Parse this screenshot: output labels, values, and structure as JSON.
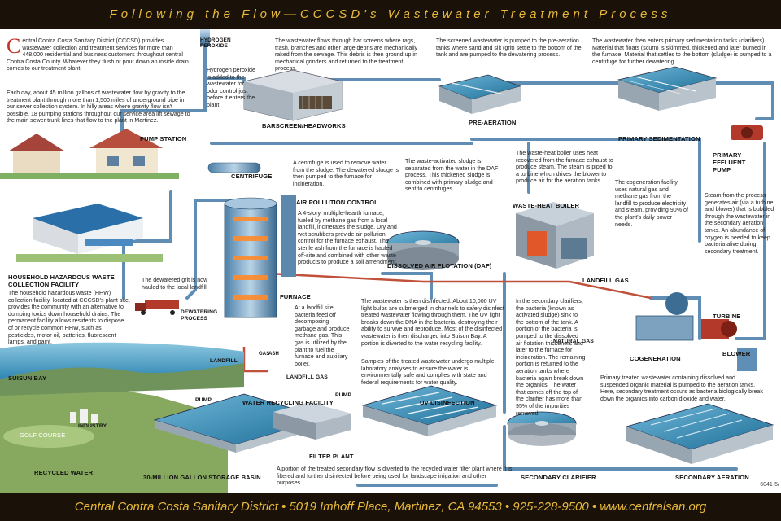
{
  "header": {
    "title": "Following the Flow—CCCSD's Wastewater Treatment Process"
  },
  "footer": {
    "text": "Central Contra Costa Sanitary District   •   5019 Imhoff Place, Martinez, CA 94553   •   925-228-9500   •   www.centralsan.org",
    "code": "6041-5/"
  },
  "intro": {
    "dropcap": "C",
    "p1": "entral Contra Costa Sanitary District (CCCSD) provides wastewater collection and treatment services for more than 448,000 residential and business customers throughout central Contra Costa County. Whatever they flush or pour down an inside drain comes to our treatment plant.",
    "p2": "Each day, about 45 million gallons of wastewater flow by gravity to the treatment plant through more than 1,500 miles of underground pipe in our sewer collection system. In hilly areas where gravity flow isn't possible, 18 pumping stations throughout our service area lift sewage to the main sewer trunk lines that flow to the plant in Martinez."
  },
  "labels": {
    "hydrogen_peroxide": "HYDROGEN PEROXIDE",
    "barscreen": "BARSCREEN/HEADWORKS",
    "pre_aeration": "PRE-AERATION",
    "primary_sedimentation": "PRIMARY SEDIMENTATION",
    "primary_effluent_pump": "PRIMARY EFFLUENT PUMP",
    "pump_station": "PUMP STATION",
    "centrifuge": "CENTRIFUGE",
    "air_pollution_control": "AIR POLLUTION CONTROL",
    "waste_heat_boiler": "WASTE-HEAT BOILER",
    "daf": "DISSOLVED AIR FLOTATION (DAF)",
    "landfill_gas_top": "LANDFILL GAS",
    "hhw_facility": "HOUSEHOLD HAZARDOUS WASTE COLLECTION FACILITY",
    "dewatering": "DEWATERING PROCESS",
    "furnace": "FURNACE",
    "turbine": "TURBINE",
    "blower": "BLOWER",
    "natural_gas": "NATURAL GAS",
    "cogeneration": "COGENERATION",
    "landfill": "LANDFILL",
    "landfill_gas_mid": "LANDFILL GAS",
    "suisun_bay": "SUISUN BAY",
    "pump_left": "PUMP",
    "water_recycling": "WATER RECYCLING FACILITY",
    "pump_mid": "PUMP",
    "uv_disinfection": "UV DISINFECTION",
    "industry": "INDUSTRY",
    "golf_course": "GOLF COURSE",
    "recycled_water": "RECYCLED WATER",
    "storage_basin": "30-MILLION GALLON STORAGE BASIN",
    "filter_plant": "FILTER PLANT",
    "secondary_clarifier": "SECONDARY CLARIFIER",
    "secondary_aeration": "SECONDARY AERATION",
    "gas_tag": "GAS",
    "ash_tag": "ASH"
  },
  "texts": {
    "hydrogen_peroxide": "Hydrogen peroxide is added to the wastewater for odor control just before it enters the plant.",
    "barscreen": "The wastewater flows through bar screens where rags, trash, branches and other large debris are mechanically raked from the sewage. This debris is then ground up in mechanical grinders and returned to the treatment process.",
    "pre_aeration": "The screened wastewater is pumped to the pre-aeration tanks where sand and silt (grit) settle to the bottom of the tank and are pumped to the dewatering process.",
    "primary_sedimentation": "The wastewater then enters primary sedimentation tanks (clarifiers). Material that floats (scum) is skimmed, thickened and later burned in the furnace. Material that settles to the bottom (sludge) is pumped to a centrifuge for further dewatering.",
    "centrifuge": "A centrifuge is used to remove water from the sludge. The dewatered sludge is then pumped to the furnace for incineration.",
    "daf": "The waste-activated sludge is separated from the water in the DAF process. This thickened sludge is combined with primary sludge and sent to centrifuges.",
    "waste_heat_boiler": "The waste-heat boiler uses heat recovered from the furnace exhaust to produce steam. The steam is piped to a turbine which drives the blower to produce air for the aeration tanks.",
    "cogeneration": "The cogeneration facility uses natural gas and methane gas from the landfill to produce electricity and steam, providing 90% of the plant's daily power needs.",
    "steam": "Steam from the process generates air (via a turbine and blower) that is bubbled through the wastewater in the secondary aeration tanks. An abundance of oxygen is needed to keep bacteria alive during secondary treatment.",
    "furnace": "A 4-story, multiple-hearth furnace, fueled by methane gas from a local landfill, incinerates the sludge. Dry and wet scrubbers provide air pollution control for the furnace exhaust. The sterile ash from the furnace is hauled off-site and combined with other waste products to produce a soil amendment.",
    "grit": "The dewatered grit is now hauled to the local landfill.",
    "hhw": "The household hazardous waste (HHW) collection facility, located at CCCSD's plant site, provides the community with an alternative to dumping toxics down household drains. The permanent facility allows residents to dispose of or recycle common HHW, such as pesticides, motor oil, batteries, fluorescent lamps, and paint.",
    "landfill": "At a landfill site, bacteria feed off decomposing garbage and produce methane gas. This gas is utilized by the plant to fuel the furnace and auxiliary boiler.",
    "uv_p1": "The wastewater is then disinfected. About 10,000 UV light bulbs are submerged in channels to safely disinfect treated wastewater flowing through them. The UV light breaks down the DNA in the bacteria, destroying their ability to survive and reproduce. Most of the disinfected wastewater is then discharged into Suisun Bay. A portion is diverted to the water recycling facility.",
    "uv_p2": "Samples of the treated wastewater undergo multiple laboratory analyses to ensure the water is environmentally safe and complies with state and federal requirements for water quality.",
    "secondary_clarifier": "In the secondary clarifiers, the bacteria (known as activated sludge) sink to the bottom of the tank. A portion of the bacteria is pumped to the dissolved air flotation thickeners and later to the furnace for incineration. The remaining portion is returned to the aeration tanks where bacteria again break down the organics. The water that comes off the top of the clarifier has more than 95% of the impurities removed.",
    "secondary_aeration": "Primary treated wastewater containing dissolved and suspended organic material is pumped to the aeration tanks. Here, secondary treatment occurs as bacteria biologically break down the organics into carbon dioxide and water.",
    "recycled": "A portion of the treated secondary flow is diverted to the recycled water filter plant where it is filtered and further disinfected before being used for landscape irrigation and other purposes."
  },
  "colors": {
    "banner_bg": "#1a1208",
    "banner_text": "#e8b93a",
    "pipe": "#7fa8c9",
    "pipe_dark": "#3c6a8f",
    "water": "#3a8fb8",
    "dropcap": "#c0332b"
  }
}
